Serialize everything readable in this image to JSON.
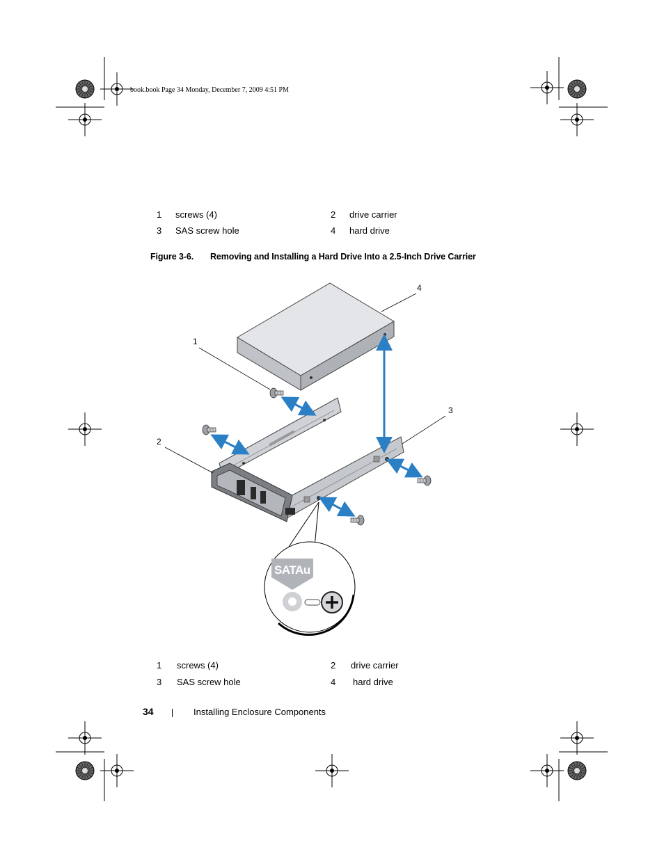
{
  "slug": "book.book  Page 34  Monday, December 7, 2009  4:51 PM",
  "legend_top": [
    {
      "num": "1",
      "label": "screws (4)"
    },
    {
      "num": "2",
      "label": "drive carrier"
    },
    {
      "num": "3",
      "label": "SAS screw hole"
    },
    {
      "num": "4",
      "label": "hard drive"
    }
  ],
  "figure": {
    "number": "Figure 3-6.",
    "title": "Removing and Installing a Hard Drive Into a 2.5-Inch Drive Carrier",
    "callouts": [
      "1",
      "2",
      "3",
      "4"
    ],
    "badge_text": "SATAu"
  },
  "legend_bottom": [
    {
      "num": "1",
      "label": "screws (4)"
    },
    {
      "num": "2",
      "label": "drive carrier"
    },
    {
      "num": "3",
      "label": "SAS screw hole"
    },
    {
      "num": "4",
      "label": "hard drive"
    }
  ],
  "footer": {
    "page_number": "34",
    "section": "Installing Enclosure Components"
  },
  "colors": {
    "arrow": "#2b7fc4",
    "drive_top": "#dadde0",
    "drive_side": "#b9bcc0",
    "carrier": "#c8cbcf"
  }
}
